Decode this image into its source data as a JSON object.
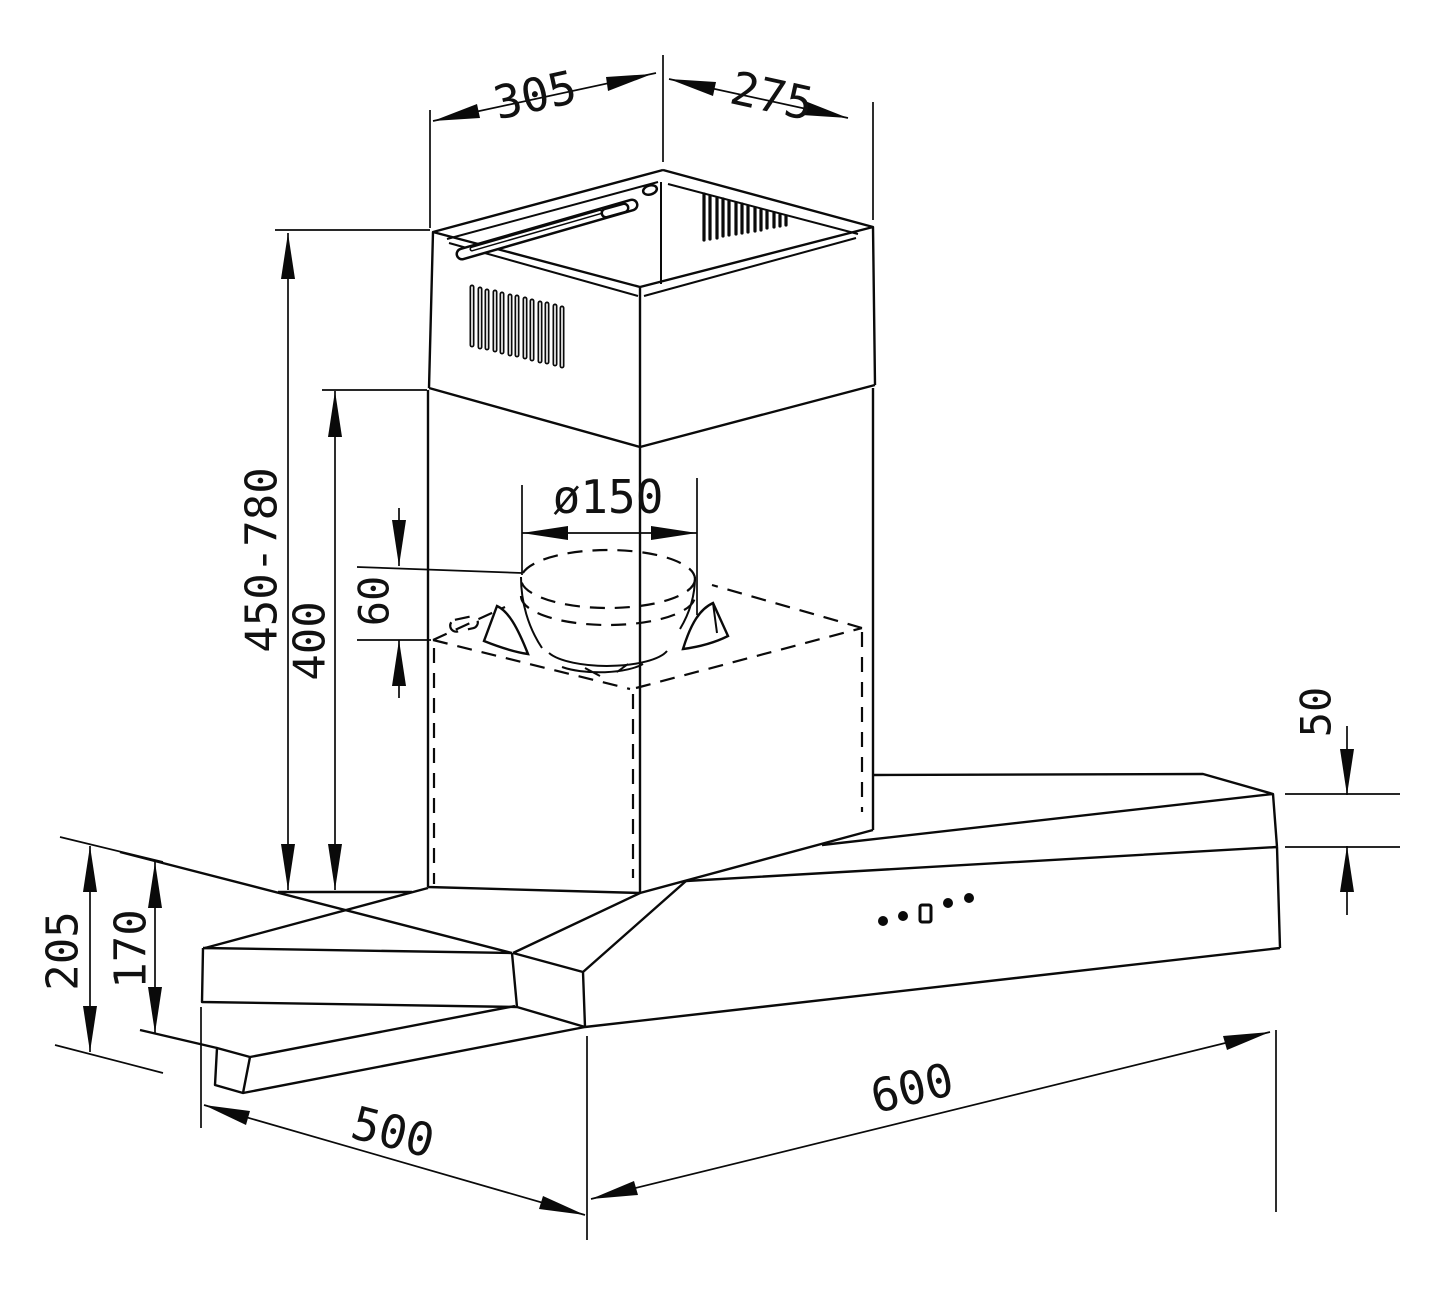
{
  "drawing": {
    "dimensions": {
      "chimney_top_width": "305",
      "chimney_top_depth": "275",
      "mounting_height_range": "450-780",
      "chimney_section_height": "400",
      "duct_collar_height": "60",
      "duct_diameter": "ø150",
      "canopy_front_edge_height": "50",
      "body_total_height": "205",
      "body_height": "170",
      "canopy_depth": "500",
      "canopy_width": "600"
    }
  }
}
